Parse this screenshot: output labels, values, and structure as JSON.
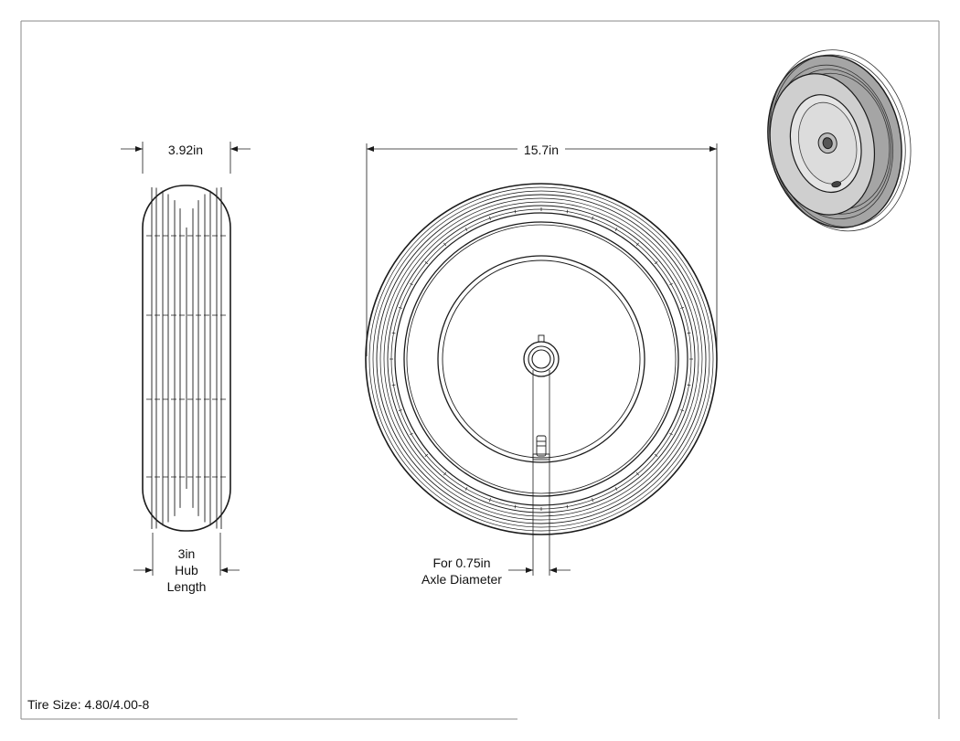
{
  "drawing": {
    "dimensions": {
      "tire_width": "3.92in",
      "tire_diameter": "15.7in",
      "hub_length": [
        "3in",
        "Hub",
        "Length"
      ],
      "axle": [
        "For 0.75in",
        "Axle Diameter"
      ]
    },
    "tire_size": "Tire Size: 4.80/4.00-8",
    "colors": {
      "line": "#1a1a1a",
      "frame": "#808080",
      "shade": "#9a9a9a"
    }
  }
}
